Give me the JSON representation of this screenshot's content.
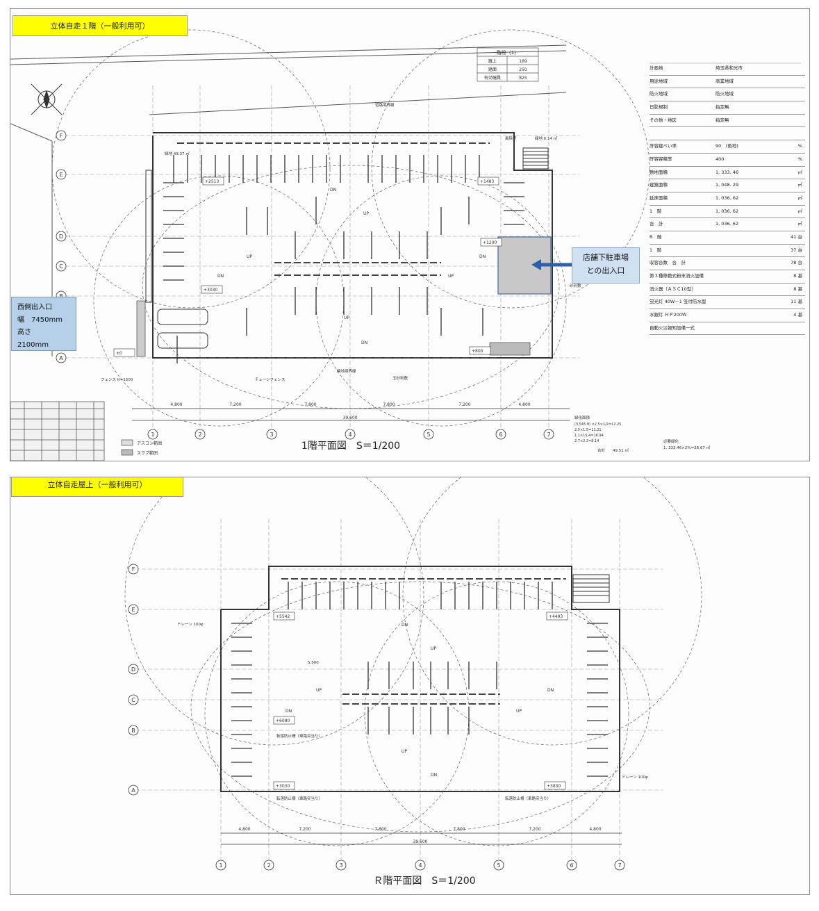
{
  "sheet1": {
    "label": "立体自走１階（一般利用可）",
    "plan_title": "1階平面図　S＝1/200",
    "stairs_table": {
      "title": "階段（1）",
      "rows": [
        [
          "蹴上",
          "189"
        ],
        [
          "踏面",
          "250"
        ],
        [
          "有効幅員",
          "825"
        ]
      ]
    },
    "west_entrance": {
      "title": "西側出入口",
      "width": "幅　7450mm",
      "height_label": "高さ",
      "height": "2100mm"
    },
    "store_entrance": {
      "line1": "店舗下駐車場",
      "line2": "との出入口"
    },
    "col_labels": [
      "1",
      "2",
      "3",
      "4",
      "5",
      "6",
      "7"
    ],
    "row_labels": [
      "F",
      "E",
      "D",
      "C",
      "B",
      "A"
    ],
    "dims": [
      "4,800",
      "7,200",
      "7,800",
      "7,800",
      "7,200",
      "4,800"
    ],
    "total_dim": "39,600",
    "level_marks": [
      "+2513",
      "+1483",
      "+1200",
      "+3030",
      "+800",
      "±0"
    ],
    "ramp_marks": [
      "DN",
      "UP",
      "UP",
      "DN",
      "DN",
      "UP",
      "UP",
      "DN"
    ],
    "notes": [
      "隣地境界線",
      "道路境界線",
      "緑地 49.37 ㎡",
      "緑地 8.14 ㎡",
      "フェンス H=1500",
      "チェーンフェンス",
      "玉砂利敷",
      "砂利敷",
      "風除室"
    ],
    "legend": [
      "アスコン範囲",
      "スラブ範囲"
    ],
    "green_area_title": "緑化面積",
    "green_area_lines": [
      "(3,545.9) ×2.5×1/2=12.25",
      "2.5×1.5=11.21",
      "1.1×15.4=16.94",
      "2.7×2.2=8.14"
    ],
    "green_area_total": "合計　　49.51 ㎡",
    "required_green": "必要緑化",
    "required_green_calc": "1, 333.46×2%=26.67 ㎡",
    "info_table": [
      [
        "計画地",
        "埼玉県和光市",
        ""
      ],
      [
        "用途地域",
        "商業地域",
        ""
      ],
      [
        "防火地域",
        "防火地域",
        ""
      ],
      [
        "日影規制",
        "指定無",
        ""
      ],
      [
        "その他・地区",
        "指定無",
        ""
      ],
      [
        "",
        "",
        " "
      ],
      [
        "許容建ぺい率",
        "90　(角地)",
        "%"
      ],
      [
        "許容容積率",
        "400",
        "%"
      ],
      [
        "敷地面積",
        "1, 333. 46",
        "㎡"
      ],
      [
        "建築面積",
        "1, 048. 29",
        "㎡"
      ],
      [
        "延床面積",
        "1, 036. 62",
        "㎡"
      ],
      [
        "1　階",
        "1, 036. 62",
        "㎡"
      ],
      [
        "合　計",
        "1, 036. 62",
        "㎡"
      ],
      [
        "R　階",
        "",
        "41 台"
      ],
      [
        "1　階",
        "",
        "37 台"
      ],
      [
        "収容台数　合　計",
        "",
        "78 台"
      ],
      [
        "第３種移動式粉末消火設備",
        "",
        "8 基"
      ],
      [
        "消火器（ＡＳＣ10型）",
        "",
        "8 基"
      ],
      [
        "蛍光灯 40W－1 笠付防水型",
        "",
        "11 基"
      ],
      [
        "水銀灯 ＨＰ200Ｗ",
        "",
        "4 基"
      ],
      [
        "自動火災報知設備一式",
        "",
        ""
      ]
    ]
  },
  "sheet2": {
    "label": "立体自走屋上（一般利用可）",
    "plan_title": "Ｒ階平面図　S＝1/200",
    "col_labels": [
      "1",
      "2",
      "3",
      "4",
      "5",
      "6",
      "7"
    ],
    "row_labels": [
      "F",
      "E",
      "D",
      "C",
      "B",
      "A"
    ],
    "dims": [
      "4,800",
      "7,200",
      "7,800",
      "7,800",
      "7,200",
      "4,800"
    ],
    "total_dim": "39,600",
    "level_marks": [
      "+5542",
      "+4493",
      "+6080",
      "+3030",
      "+3830"
    ],
    "ramp_marks": [
      "DN",
      "UP",
      "UP",
      "DN",
      "DN",
      "UP",
      "UP",
      "DN"
    ],
    "notes": [
      "転落防止柵（車路突当り）",
      "転落防止柵（車路突当り）",
      "転落防止柵（車路突当り）",
      "ドレーン 100φ",
      "ドレーン 100φ"
    ],
    "arc_radius": "5,500"
  }
}
